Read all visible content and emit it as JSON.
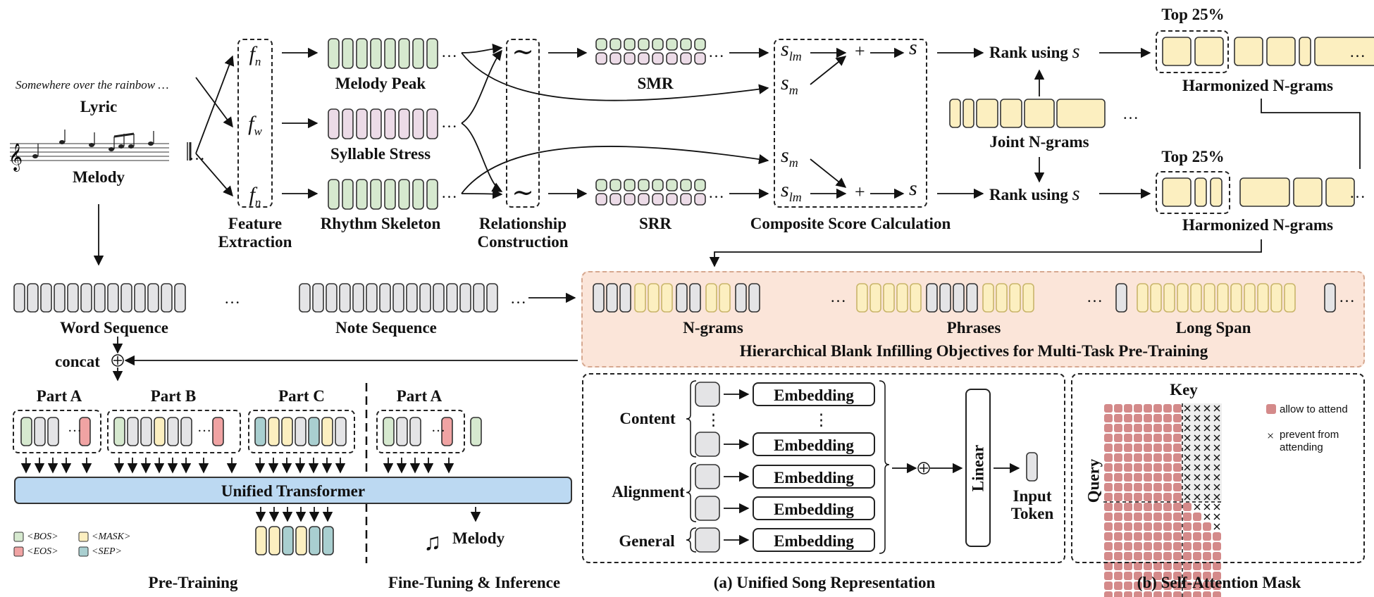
{
  "colors": {
    "green": "#d6e9cf",
    "pink": "#ecdbe7",
    "yellow": "#fcefc0",
    "gray": "#e4e4e6",
    "red": "#f0a3a3",
    "teal": "#a9cfd0",
    "blue": "#bcd9f2",
    "salmon": "#fbe5d9",
    "mask": "#d48a8a"
  },
  "top": {
    "lyric_sample": "Somewhere over the rainbow …",
    "lyric_label": "Lyric",
    "melody_label": "Melody",
    "feature_extraction": [
      "Feature",
      "Extraction"
    ],
    "f_n": "f",
    "f_n_sub": "n",
    "f_w_sub": "w",
    "melody_peak": "Melody Peak",
    "syllable_stress": "Syllable Stress",
    "rhythm_skeleton": "Rhythm Skeleton",
    "relationship_construction": [
      "Relationship",
      "Construction"
    ],
    "tilde": "∼",
    "smr": "SMR",
    "srr": "SRR",
    "s_lm": "s",
    "s_lm_sub": "lm",
    "s_m": "s",
    "s_m_sub": "m",
    "plus": "+",
    "s": "s",
    "composite_score": "Composite Score Calculation",
    "rank_using": "Rank using",
    "joint_ngrams": "Joint N-grams",
    "top25": "Top 25%",
    "harmonized_ngrams": "Harmonized N-grams",
    "ellipsis": "…"
  },
  "middle": {
    "word_sequence": "Word Sequence",
    "note_sequence": "Note Sequence",
    "concat": "concat",
    "ngrams": "N-grams",
    "phrases": "Phrases",
    "long_span": "Long Span",
    "hierarchical": "Hierarchical Blank Infilling Objectives for Multi-Task Pre-Training"
  },
  "bottom_left": {
    "part_a": "Part A",
    "part_b": "Part B",
    "part_c": "Part C",
    "unified_transformer": "Unified Transformer",
    "melody_out": "Melody",
    "legend": [
      {
        "token": "<BOS>",
        "color": "#d6e9cf"
      },
      {
        "token": "<EOS>",
        "color": "#f0a3a3"
      },
      {
        "token": "<MASK>",
        "color": "#fcefc0"
      },
      {
        "token": "<SEP>",
        "color": "#a9cfd0"
      }
    ],
    "pre_training": "Pre-Training",
    "fine_tuning": "Fine-Tuning & Inference"
  },
  "panel_a": {
    "content": "Content",
    "alignment": "Alignment",
    "general": "General",
    "embedding": "Embedding",
    "vdots": "⋮",
    "linear": "Linear",
    "input_token": [
      "Input",
      "Token"
    ],
    "caption": "(a)  Unified Song Representation"
  },
  "panel_b": {
    "key": "Key",
    "query": "Query",
    "allow": "allow to attend",
    "prevent": [
      "prevent from",
      "attending"
    ],
    "cross": "×",
    "caption": "(b)  Self-Attention Mask"
  }
}
